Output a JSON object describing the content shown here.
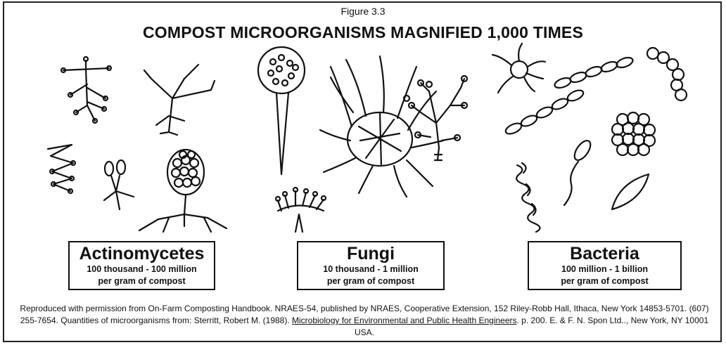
{
  "figure_label": "Figure 3.3",
  "title": "COMPOST MICROORGANISMS MAGNIFIED 1,000 TIMES",
  "groups": [
    {
      "name": "Actinomycetes",
      "line1": "100 thousand - 100 million",
      "line2": "per gram of compost"
    },
    {
      "name": "Fungi",
      "line1": "10 thousand - 1 million",
      "line2": "per gram of compost"
    },
    {
      "name": "Bacteria",
      "line1": "100 million - 1 billion",
      "line2": "per gram of compost"
    }
  ],
  "credit": {
    "part1": "Reproduced with permission from On-Farm Composting Handbook. NRAES-54, published by NRAES, Cooperative Extension, 152 Riley-Robb Hall, Ithaca, New York 14853-5701. (607) 255-7654. Quantities of microorganisms from: Sterritt, Robert M. (1988). ",
    "book": "Microbiology for Environmental and Public Health Engineers",
    "part2": ". p. 200. E. & F. N. Spon Ltd.., New York, NY 10001 USA."
  }
}
